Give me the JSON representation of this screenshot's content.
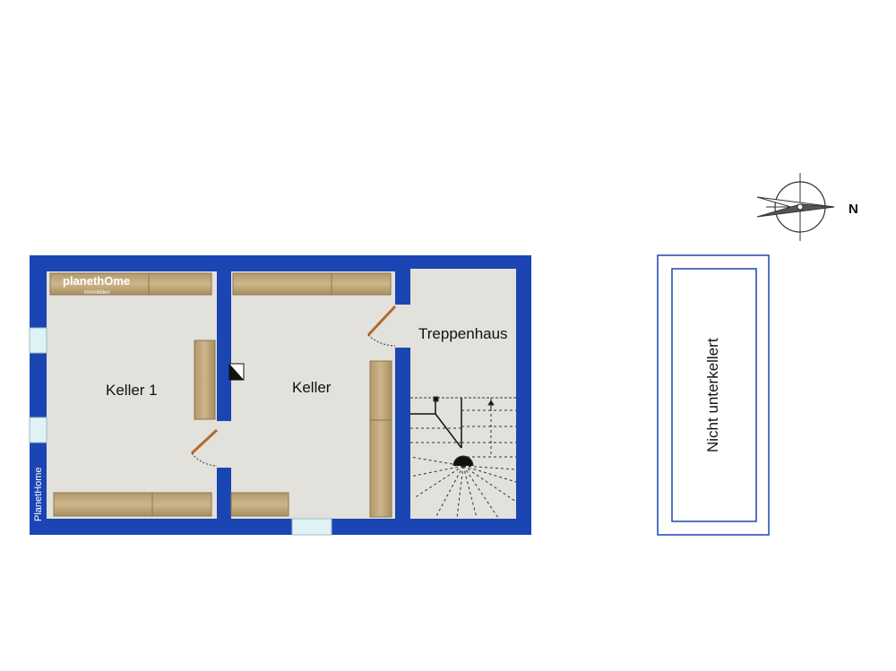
{
  "plan": {
    "rooms": [
      {
        "id": "keller-1",
        "label": "Keller 1"
      },
      {
        "id": "keller",
        "label": "Keller"
      },
      {
        "id": "treppenhaus",
        "label": "Treppenhaus"
      }
    ],
    "annex_label": "Nicht unterkellert",
    "north_label": "N",
    "brand": {
      "name": "planethOme",
      "sub": "immobilien",
      "side": "PlanetHome"
    },
    "colors": {
      "wall": "#1a45b3",
      "floor": "#e3e1dc",
      "cabinet": "#c2a97d",
      "door": "#b26a2a",
      "window": "#dff2f5"
    }
  }
}
